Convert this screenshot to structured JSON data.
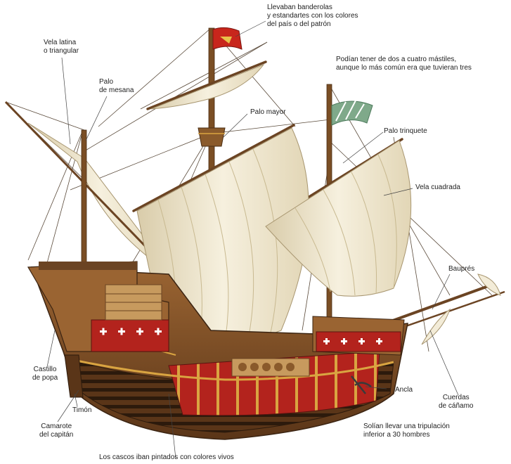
{
  "labels": {
    "flags": [
      "Llevaban banderolas",
      "y estandartes con los colores",
      "del país o del patrón"
    ],
    "masts": [
      "Podían tener de dos a cuatro mástiles,",
      "aunque lo más común era que tuvieran tres"
    ],
    "lateen_sail": [
      "Vela latina",
      "o triangular"
    ],
    "mizzen_mast": [
      "Palo",
      "de mesana"
    ],
    "main_mast": "Palo mayor",
    "fore_mast": "Palo trinquete",
    "square_sail": "Vela cuadrada",
    "bowsprit": "Bauprés",
    "sterncastle": [
      "Castillo",
      "de popa"
    ],
    "anchor": "Ancla",
    "hemp_ropes": [
      "Cuerdas",
      "de cáñamo"
    ],
    "rudder": "Timón",
    "captain_cabin": [
      "Camarote",
      "del capitán"
    ],
    "crew": [
      "Solían llevar una tripulación",
      "inferior a 30 hombres"
    ],
    "hull_colors": "Los cascos iban pintados con colores vivos"
  },
  "colors": {
    "sail": "#f3ecd8",
    "sail_shade": "#d9ccaa",
    "wood": "#8a5a2b",
    "hull_red": "#b3231d",
    "hull_dark": "#3b2412",
    "gold": "#d9a441",
    "flag_red": "#c8261c",
    "flag_green": "#7fa98a",
    "leader": "#444444"
  }
}
